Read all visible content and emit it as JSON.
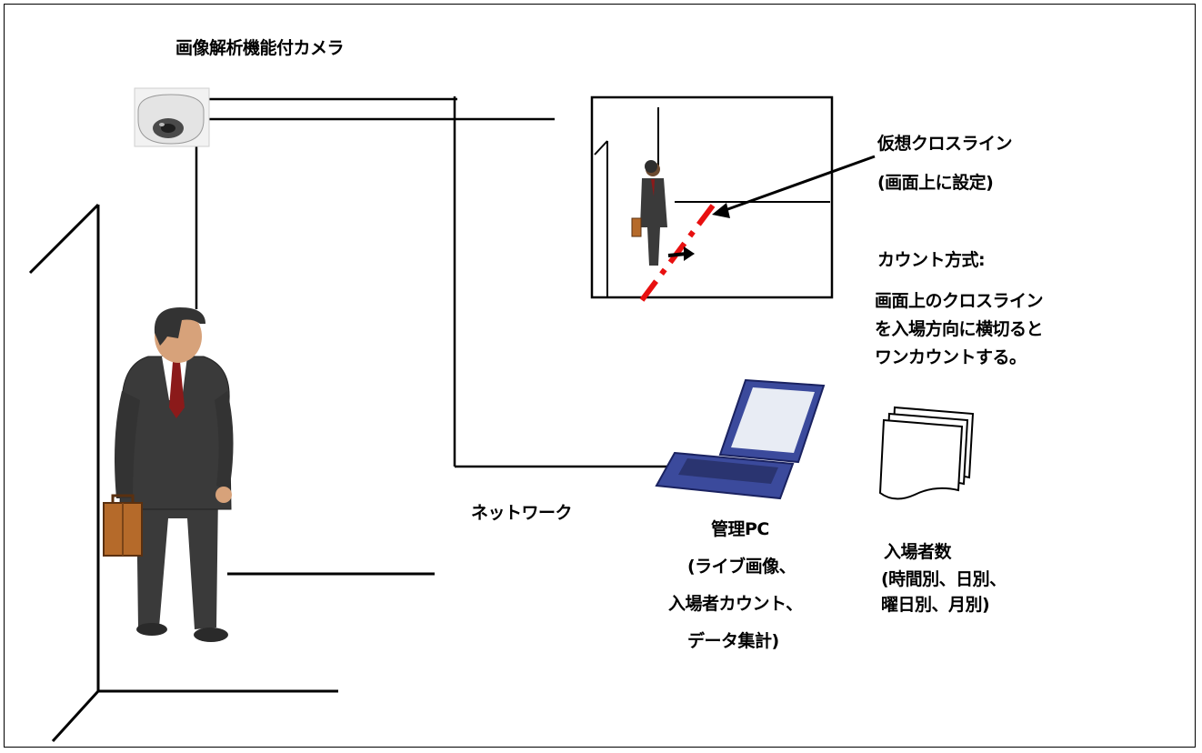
{
  "labels": {
    "camera": "画像解析機能付カメラ",
    "virtual_line": [
      "仮想クロスライン",
      "(画面上に設定)"
    ],
    "count_method_title": "カウント方式:",
    "count_method_body": [
      "画面上のクロスライン",
      "を入場方向に横切ると",
      "ワンカウントする。"
    ],
    "network": "ネットワーク",
    "pc": [
      "管理PC",
      "(ライブ画像、",
      "入場者カウント、",
      "データ集計)"
    ],
    "visitors": [
      "入場者数",
      "(時間別、日別、",
      "曜日別、月別)"
    ]
  },
  "colors": {
    "line": "#000000",
    "cross_line": "#e81010",
    "suit": "#3a3a3a",
    "tie": "#8b1a1a",
    "briefcase": "#b56a2a",
    "laptop_keyboard": "#3b4a9c"
  }
}
